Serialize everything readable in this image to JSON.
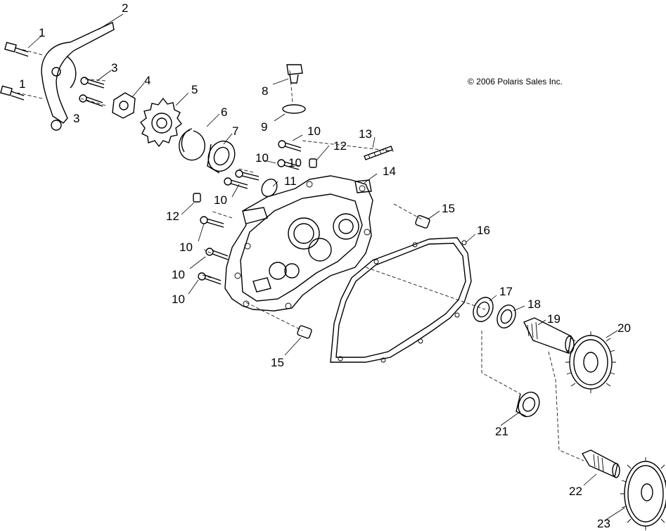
{
  "copyright": "© 2006 Polaris Sales Inc.",
  "callouts": [
    "1",
    "2",
    "3",
    "4",
    "5",
    "6",
    "7",
    "8",
    "9",
    "10",
    "11",
    "12",
    "13",
    "14",
    "15",
    "16",
    "17",
    "18",
    "19",
    "20",
    "21",
    "22",
    "23"
  ]
}
